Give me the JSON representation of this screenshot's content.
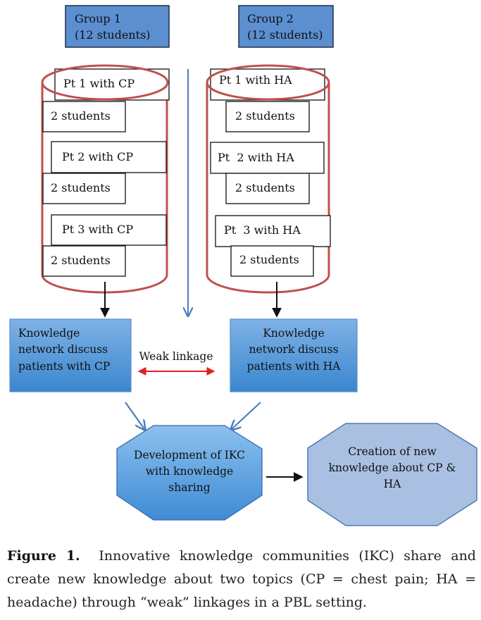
{
  "groups": [
    {
      "title": "Group 1",
      "count": "(12 students)"
    },
    {
      "title": "Group 2",
      "count": "(12 students)"
    }
  ],
  "group1_items": [
    {
      "patient": "Pt 1 with CP",
      "students": "2 students"
    },
    {
      "patient": "Pt 2 with CP",
      "students": "2 students"
    },
    {
      "patient": "Pt 3 with CP",
      "students": "2 students"
    }
  ],
  "group2_items": [
    {
      "patient": "Pt 1 with HA",
      "students": "2 students"
    },
    {
      "patient": "Pt  2 with HA",
      "students": "2 students"
    },
    {
      "patient": "Pt  3 with HA",
      "students": "2 students"
    }
  ],
  "network_cp": [
    "Knowledge",
    "network discuss",
    "patients with CP"
  ],
  "network_ha": [
    "Knowledge",
    "network discuss",
    "patients with HA"
  ],
  "weak_linkage": "Weak linkage",
  "ikc_dev": [
    "Development of IKC",
    "with knowledge",
    "sharing"
  ],
  "creation": [
    "Creation of new",
    "knowledge about CP &",
    "HA"
  ],
  "caption": {
    "label": "Figure 1.",
    "text": "Innovative knowledge communities (IKC) share and create new knowledge about two topics (CP = chest pain; HA = headache) through “weak” linkages in a PBL setting."
  },
  "colors": {
    "box_fill_top": "#5b9bd5",
    "box_fill_bottom": "#2e75b6",
    "cylinder": "#c0504d",
    "blue_arrow": "#4a7ebb",
    "red_arrow": "#e02020",
    "creation_fill": "#a8bfe0"
  }
}
